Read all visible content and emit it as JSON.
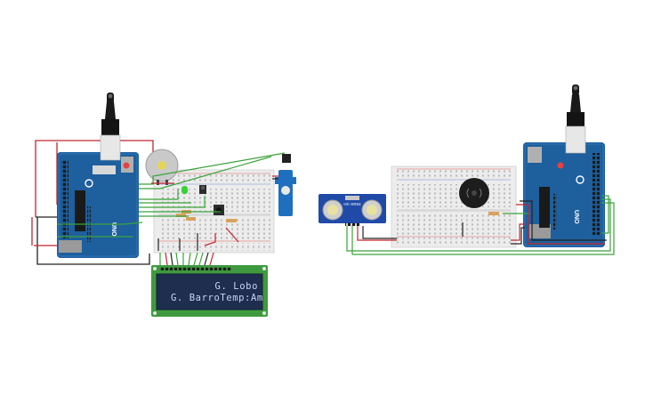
{
  "lcd": {
    "line1": "G. Lobo",
    "line2": "G. BarroTemp:Am"
  },
  "arduino_left": {
    "label": "UNO"
  },
  "arduino_right": {
    "label": "UNO"
  },
  "ultrasonic": {
    "label": "HC-SR04"
  },
  "colors": {
    "board_blue": "#1e5f9e",
    "breadboard": "#ececec",
    "wire_red": "#c0262c",
    "wire_green": "#3aa33a",
    "wire_black": "#222222",
    "lcd_frame": "#3f9a3f",
    "lcd_screen": "#1f2d4f"
  }
}
